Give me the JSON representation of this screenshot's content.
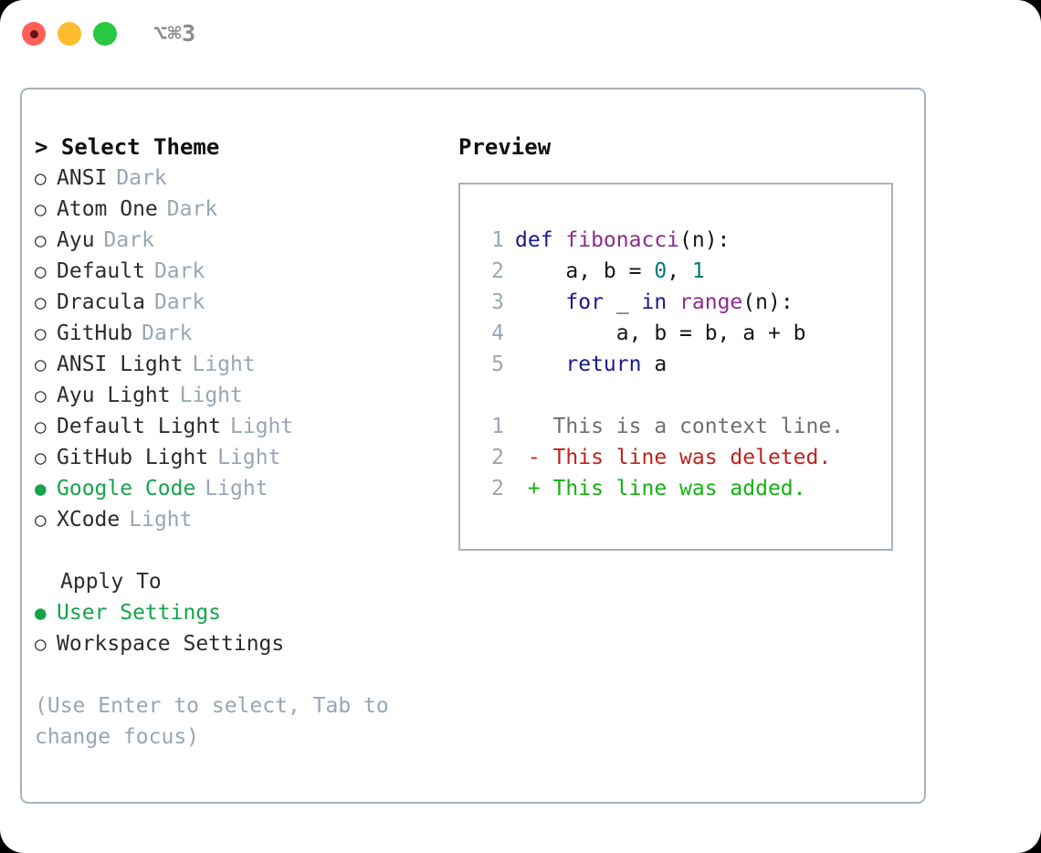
{
  "titlebar": {
    "shortcut": "⌥⌘3",
    "lights": [
      {
        "name": "close",
        "color": "#ff5f57"
      },
      {
        "name": "minimize",
        "color": "#febc2e"
      },
      {
        "name": "maximize",
        "color": "#28c840"
      }
    ]
  },
  "left": {
    "header": "> Select Theme",
    "themes": [
      {
        "marker": "○",
        "name": "ANSI",
        "tag": "Dark",
        "selected": false
      },
      {
        "marker": "○",
        "name": "Atom One",
        "tag": "Dark",
        "selected": false
      },
      {
        "marker": "○",
        "name": "Ayu",
        "tag": "Dark",
        "selected": false
      },
      {
        "marker": "○",
        "name": "Default",
        "tag": "Dark",
        "selected": false
      },
      {
        "marker": "○",
        "name": "Dracula",
        "tag": "Dark",
        "selected": false
      },
      {
        "marker": "○",
        "name": "GitHub",
        "tag": "Dark",
        "selected": false
      },
      {
        "marker": "○",
        "name": "ANSI Light",
        "tag": "Light",
        "selected": false
      },
      {
        "marker": "○",
        "name": "Ayu Light",
        "tag": "Light",
        "selected": false
      },
      {
        "marker": "○",
        "name": "Default Light",
        "tag": "Light",
        "selected": false
      },
      {
        "marker": "○",
        "name": "GitHub Light",
        "tag": "Light",
        "selected": false
      },
      {
        "marker": "●",
        "name": "Google Code",
        "tag": "Light",
        "selected": true
      },
      {
        "marker": "○",
        "name": "XCode",
        "tag": "Light",
        "selected": false
      }
    ],
    "apply_header": "Apply To",
    "apply_options": [
      {
        "marker": "●",
        "name": "User Settings",
        "selected": true
      },
      {
        "marker": "○",
        "name": "Workspace Settings",
        "selected": false
      }
    ],
    "hint": "(Use Enter to select, Tab to change focus)"
  },
  "right": {
    "header": "Preview",
    "code_lines": [
      {
        "lineno": "1",
        "tokens": [
          {
            "text": "def ",
            "kind": "kw"
          },
          {
            "text": "fibonacci",
            "kind": "fn"
          },
          {
            "text": "(n):",
            "kind": "pln"
          }
        ]
      },
      {
        "lineno": "2",
        "tokens": [
          {
            "text": "    a, b = ",
            "kind": "pln"
          },
          {
            "text": "0",
            "kind": "num"
          },
          {
            "text": ", ",
            "kind": "pln"
          },
          {
            "text": "1",
            "kind": "num"
          }
        ]
      },
      {
        "lineno": "3",
        "tokens": [
          {
            "text": "    for",
            "kind": "kw"
          },
          {
            "text": " _ ",
            "kind": "pln"
          },
          {
            "text": "in",
            "kind": "kw"
          },
          {
            "text": " ",
            "kind": "pln"
          },
          {
            "text": "range",
            "kind": "fn"
          },
          {
            "text": "(n):",
            "kind": "pln"
          }
        ]
      },
      {
        "lineno": "4",
        "tokens": [
          {
            "text": "        a, b = b, a + b",
            "kind": "pln"
          }
        ]
      },
      {
        "lineno": "5",
        "tokens": [
          {
            "text": "    return",
            "kind": "kw"
          },
          {
            "text": " a",
            "kind": "pln"
          }
        ]
      }
    ],
    "diff_lines": [
      {
        "lineno": "1",
        "tokens": [
          {
            "text": "   This is a context line.",
            "kind": "ctx"
          }
        ]
      },
      {
        "lineno": "2",
        "tokens": [
          {
            "text": " - This line was deleted.",
            "kind": "del"
          }
        ]
      },
      {
        "lineno": "2",
        "tokens": [
          {
            "text": " + This line was added.",
            "kind": "add"
          }
        ]
      }
    ]
  },
  "colors": {
    "accent_green": "#16a34a",
    "muted": "#9aa5b4",
    "text": "#2b2b30",
    "border": "#a8b2c0",
    "keyword": "#1a1a8c",
    "function": "#8d2b8d",
    "number": "#00797c",
    "diff_deleted": "#c0231b",
    "diff_added": "#12b312"
  }
}
